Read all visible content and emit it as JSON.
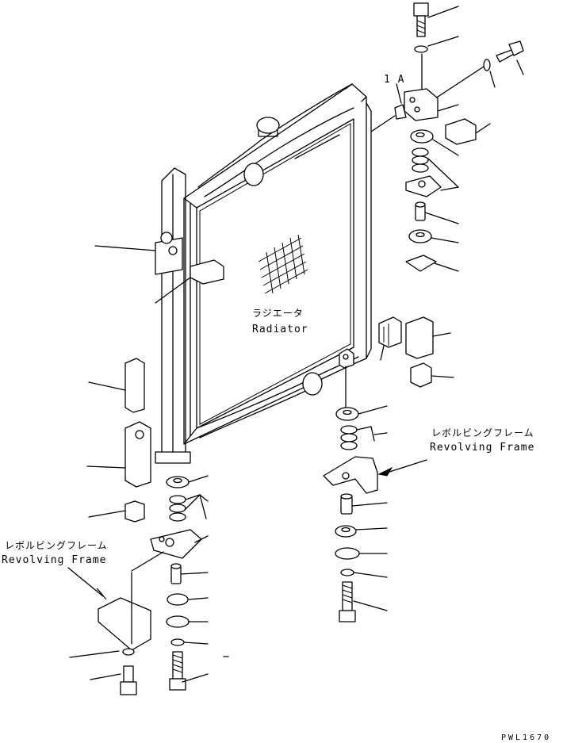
{
  "labels": {
    "radiator_jp": "ラジエータ",
    "radiator_en": "Radiator",
    "frame_right_jp": "レボルビングフレーム",
    "frame_right_en": "Revolving Frame",
    "frame_left_jp": "レボルビングフレーム",
    "frame_left_en": "Revolving Frame",
    "view_ref": "1 A",
    "drawing_code": "PWL1670"
  }
}
